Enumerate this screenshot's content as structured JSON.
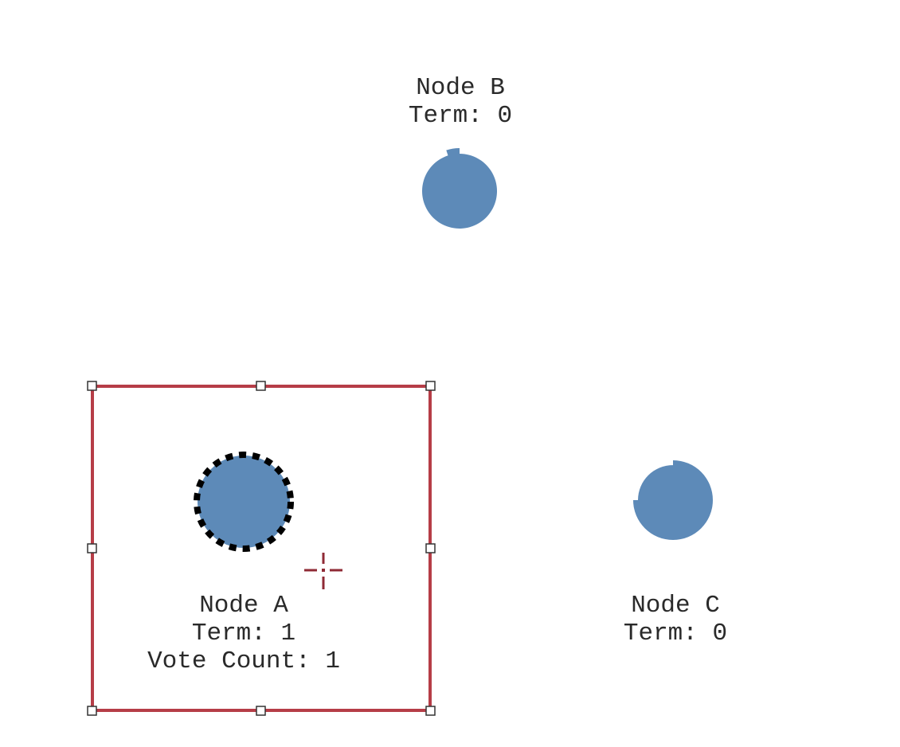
{
  "colors": {
    "node_fill": "#5d8ab8",
    "selection_border": "#b63d47",
    "handle_border": "#333333",
    "dashed_outline": "#000000",
    "cursor": "#8f2a35",
    "text": "#2a2a2a"
  },
  "nodes": [
    {
      "id": "node-a",
      "name": "Node A",
      "term": "Term: 1",
      "vote_count": "Vote Count: 1",
      "selected": true,
      "candidate": true
    },
    {
      "id": "node-b",
      "name": "Node B",
      "term": "Term: 0",
      "timeout_progress": 0.95
    },
    {
      "id": "node-c",
      "name": "Node C",
      "term": "Term: 0",
      "timeout_progress": 0.75
    }
  ],
  "cursor_icon": "crosshair-move-cursor-icon"
}
